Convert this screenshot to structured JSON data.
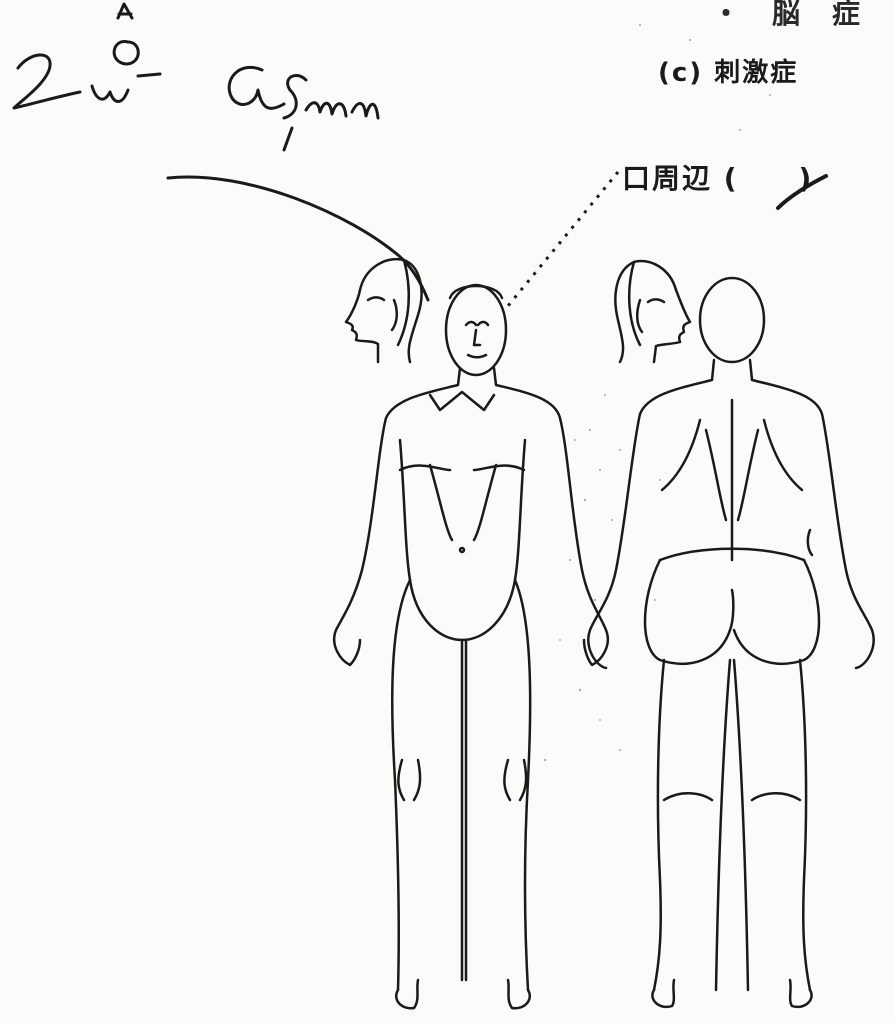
{
  "form_labels": {
    "top_fragment": "・　脳　症",
    "section_c": "(c) 刺激症",
    "mouth_area": "口周辺 (　　)"
  },
  "handwritten_note": "2^0w-2.5mm",
  "colors": {
    "ink": "#1a1a1a",
    "paper": "#fbfbf9"
  }
}
